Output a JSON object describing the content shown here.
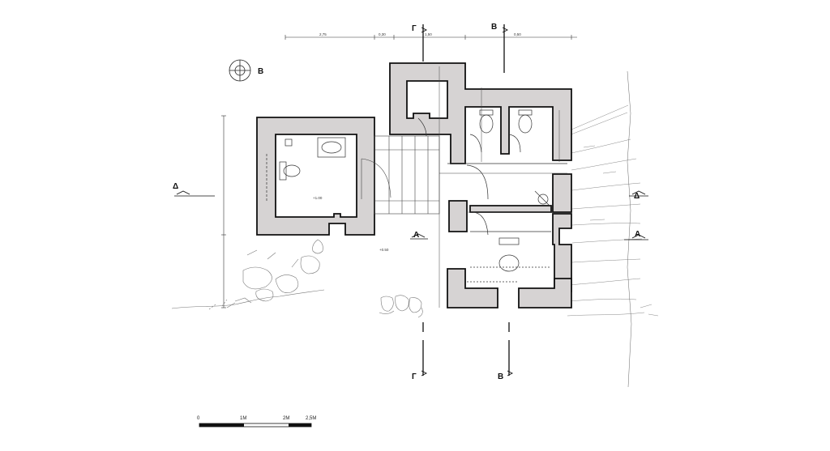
{
  "north": {
    "label": "B"
  },
  "sections": {
    "gamma": "Г",
    "v": "В",
    "alpha": "Α",
    "delta": "Δ"
  },
  "levels": {
    "lower": "+1.00",
    "upper": "+0.50"
  },
  "top_dims": [
    "2,75",
    "0,30",
    "1,50",
    "0,50"
  ],
  "scale": {
    "labels": [
      "0",
      "1M",
      "2M",
      "2,5M"
    ]
  },
  "colors": {
    "wall": "#d6d3d3",
    "line": "#222222"
  }
}
